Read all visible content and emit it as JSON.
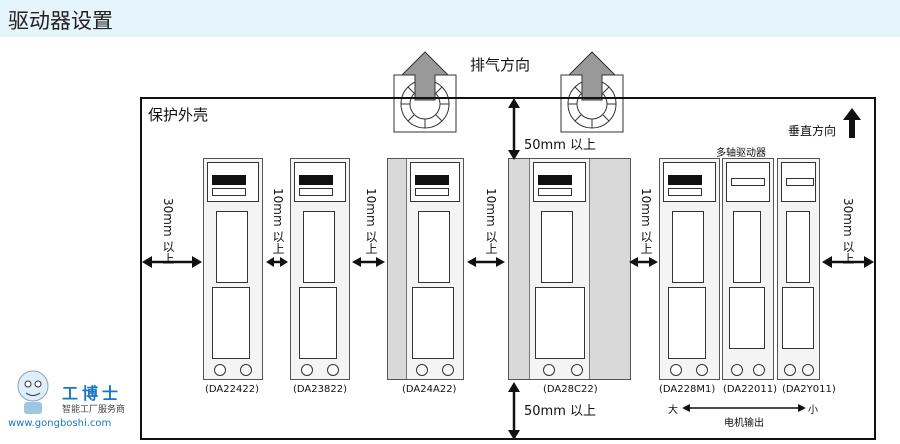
{
  "header": {
    "title": "驱动器设置"
  },
  "labels": {
    "exhaust": "排气方向",
    "enclosure": "保护外壳",
    "vertical": "垂直方向",
    "multi_axis": "多轴驱动器",
    "motor_output": "电机输出",
    "big": "大",
    "small": "小"
  },
  "clearances": {
    "top": "50mm 以上",
    "bottom": "50mm 以上",
    "left": "30mm 以上",
    "right": "30mm 以上",
    "gap1": "10mm 以上",
    "gap2": "10mm 以上",
    "gap3": "10mm 以上",
    "gap4": "10mm 以上"
  },
  "drives": [
    {
      "model": "(DA22422)"
    },
    {
      "model": "(DA23822)"
    },
    {
      "model": "(DA24A22)"
    },
    {
      "model": "(DA28C22)"
    },
    {
      "model": "(DA228M1)"
    },
    {
      "model": "(DA22011)"
    },
    {
      "model": "(DA2Y011)"
    }
  ],
  "watermark": {
    "name": "工博士",
    "sub": "智能工厂服务商",
    "url": "www.gongboshi.com"
  }
}
